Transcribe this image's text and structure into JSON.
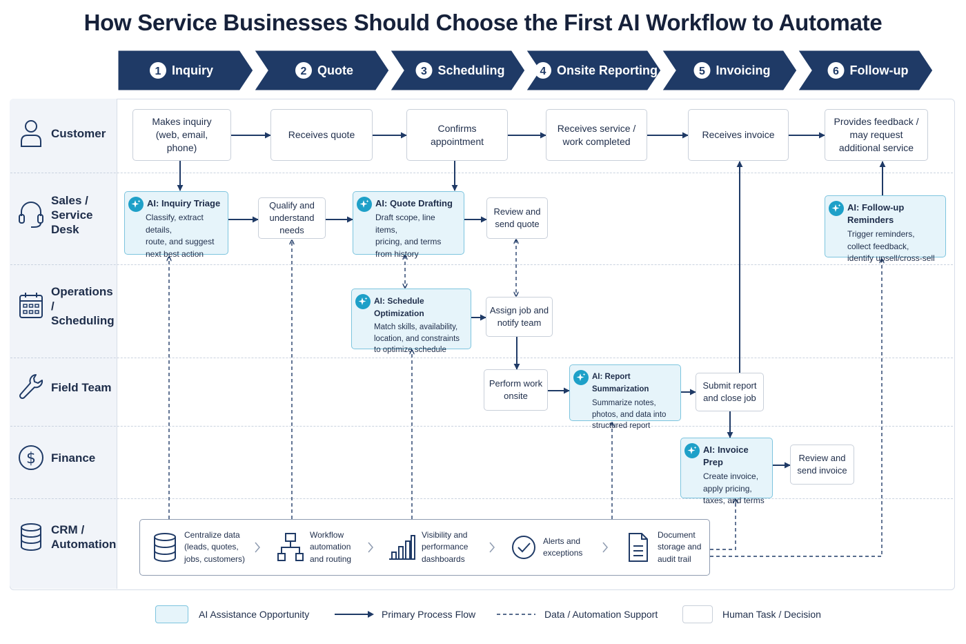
{
  "title": "How Service Businesses Should Choose the First AI Workflow to Automate",
  "stages": [
    {
      "num": "1",
      "label": "Inquiry"
    },
    {
      "num": "2",
      "label": "Quote"
    },
    {
      "num": "3",
      "label": "Scheduling"
    },
    {
      "num": "4",
      "label": "Onsite Reporting"
    },
    {
      "num": "5",
      "label": "Invoicing"
    },
    {
      "num": "6",
      "label": "Follow-up"
    }
  ],
  "lanes": [
    {
      "label": "Customer",
      "icon": "person-icon"
    },
    {
      "label": "Sales /\nService Desk",
      "icon": "headset-icon"
    },
    {
      "label": "Operations /\nScheduling",
      "icon": "calendar-icon"
    },
    {
      "label": "Field Team",
      "icon": "wrench-icon"
    },
    {
      "label": "Finance",
      "icon": "dollar-icon"
    },
    {
      "label": "CRM /\nAutomation",
      "icon": "database-icon"
    }
  ],
  "customer": [
    "Makes inquiry\n(web, email,\nphone)",
    "Receives quote",
    "Confirms\nappointment",
    "Receives service /\nwork completed",
    "Receives invoice",
    "Provides feedback /\nmay request\nadditional service"
  ],
  "tasks": {
    "qualify": "Qualify and\nunderstand needs",
    "review_quote": "Review and\nsend quote",
    "assign": "Assign job and\nnotify team",
    "perform": "Perform work\nonsite",
    "submit": "Submit report\nand close job",
    "review_invoice": "Review and\nsend invoice"
  },
  "ai": {
    "triage": {
      "title": "AI: Inquiry Triage",
      "desc": "Classify, extract details,\nroute, and suggest\nnext best action"
    },
    "quote": {
      "title": "AI: Quote Drafting",
      "desc": "Draft scope, line items,\npricing, and terms\nfrom history"
    },
    "schedule": {
      "title": "AI: Schedule Optimization",
      "desc": "Match skills, availability,\nlocation, and constraints\nto optimize schedule"
    },
    "report": {
      "title": "AI: Report Summarization",
      "desc": "Summarize notes,\nphotos, and data into\nstructured report"
    },
    "invoice": {
      "title": "AI: Invoice Prep",
      "desc": "Create invoice,\napply pricing,\ntaxes, and terms"
    },
    "followup": {
      "title": "AI: Follow-up Reminders",
      "desc": "Trigger reminders,\ncollect feedback,\nidentify upsell/cross-sell"
    }
  },
  "crm": [
    {
      "text": "Centralize data\n(leads, quotes,\njobs, customers)",
      "icon": "database-icon"
    },
    {
      "text": "Workflow\nautomation\nand routing",
      "icon": "flowchart-icon"
    },
    {
      "text": "Visibility and\nperformance\ndashboards",
      "icon": "bar-chart-icon"
    },
    {
      "text": "Alerts and\nexceptions",
      "icon": "check-circle-icon"
    },
    {
      "text": "Document\nstorage and\naudit trail",
      "icon": "document-icon"
    }
  ],
  "legend": {
    "ai": "AI Assistance Opportunity",
    "primary": "Primary Process Flow",
    "data": "Data / Automation Support",
    "human": "Human Task / Decision"
  },
  "colors": {
    "navy": "#1f3a66",
    "arrow": "#1f3a66",
    "ai_fill": "#e6f4fa",
    "ai_border": "#7cc4de",
    "ai_badge": "#1ea0c8",
    "lane_bg": "#f1f4f9"
  }
}
